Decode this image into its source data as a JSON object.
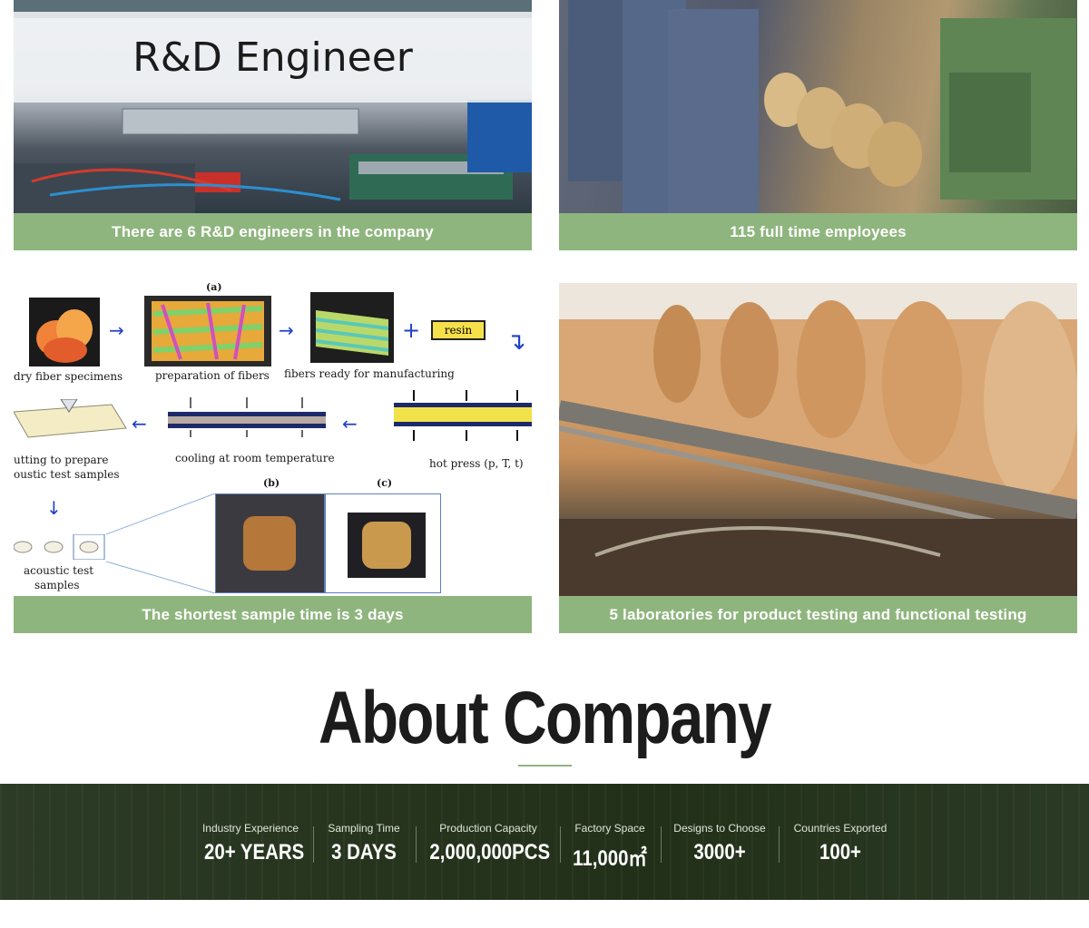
{
  "cards": {
    "rd": {
      "banner": "R&D Engineer",
      "caption": "There are 6 R&D engineers in the company"
    },
    "employees": {
      "caption": "115 full time employees"
    },
    "sample": {
      "caption": "The shortest sample time is 3 days",
      "diagram": {
        "panel_a": "(a)",
        "panel_b": "(b)",
        "panel_c": "(c)",
        "dry_fiber": "dry fiber specimens",
        "preparation": "preparation of fibers",
        "fibers_ready": "fibers ready for manufacturing",
        "resin": "resin",
        "cutting_1": "utting to prepare",
        "cutting_2": "oustic test samples",
        "cooling": "cooling at room temperature",
        "hot_press": "hot press (p, T, t)",
        "acoustic_1": "acoustic test",
        "acoustic_2": "samples"
      }
    },
    "laboratories": {
      "caption": "5 laboratories for product testing and functional testing"
    }
  },
  "about": {
    "title": "About Company"
  },
  "stats": [
    {
      "label": "Industry Experience",
      "value": "20+ YEARS"
    },
    {
      "label": "Sampling Time",
      "value": "3 DAYS"
    },
    {
      "label": "Production Capacity",
      "value": "2,000,000PCS"
    },
    {
      "label": "Factory Space",
      "value": "11,000㎡"
    },
    {
      "label": "Designs to Choose",
      "value": "3000+"
    },
    {
      "label": "Countries Exported",
      "value": "100+"
    }
  ],
  "colors": {
    "caption_green": "#8fb57e",
    "stats_bg": "#27351f",
    "arrow_blue": "#1f3fcc",
    "resin_yellow": "#f6e04a"
  }
}
